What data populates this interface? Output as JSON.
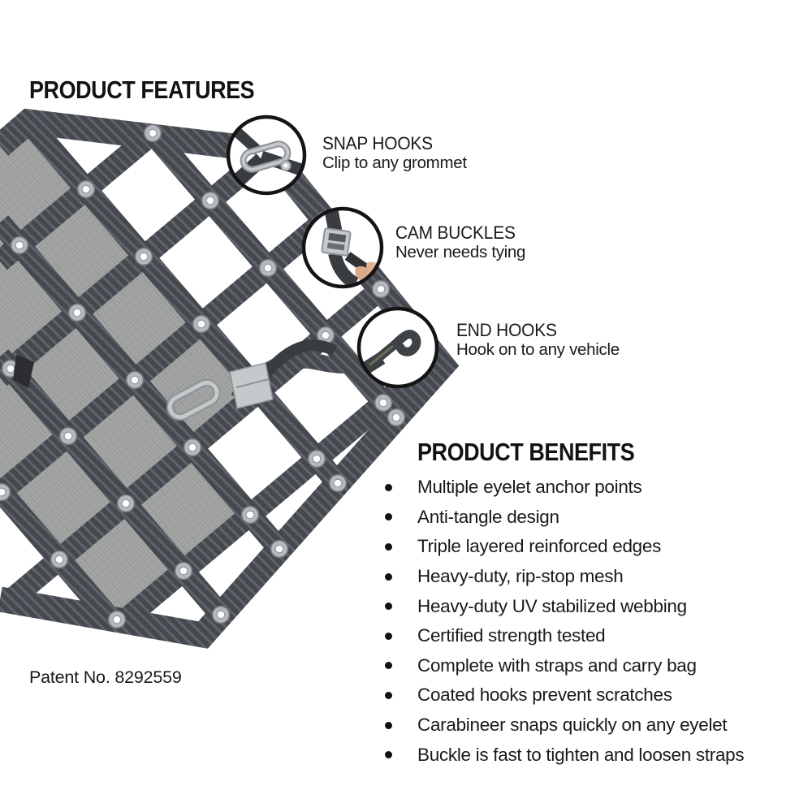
{
  "product_features": {
    "title": "PRODUCT FEATURES",
    "callouts": [
      {
        "title": "SNAP HOOKS",
        "subtitle": "Clip to any grommet",
        "icon": "carabiner-snap-hook-icon"
      },
      {
        "title": "CAM BUCKLES",
        "subtitle": "Never needs tying",
        "icon": "cam-buckle-icon"
      },
      {
        "title": "END HOOKS",
        "subtitle": "Hook on to any vehicle",
        "icon": "end-hook-icon"
      }
    ]
  },
  "product_benefits": {
    "title": "PRODUCT BENEFITS",
    "items": [
      "Multiple eyelet anchor points",
      "Anti-tangle design",
      "Triple layered reinforced edges",
      "Heavy-duty, rip-stop mesh",
      "Heavy-duty UV stabilized webbing",
      "Certified strength tested",
      "Complete with straps and carry bag",
      "Coated hooks prevent scratches",
      "Carabineer snaps quickly on any eyelet",
      "Buckle is fast to tighten and loosen straps"
    ]
  },
  "patent_note": "Patent No. 8292559",
  "colors": {
    "background": "#ffffff",
    "text": "#1a1a1a",
    "webbing": "#45484d",
    "webbing_stripe": "#5e626a",
    "webbing_dark": "#393c41",
    "mesh": "#a4a6a5",
    "mesh_line": "#949695",
    "callout_ring": "#141414",
    "metal": "#c6c9cc",
    "metal_dark": "#8f9296",
    "skin": "#d9a886",
    "grommet_ring": "#b5b8bc",
    "grommet_edge": "#73767a"
  }
}
